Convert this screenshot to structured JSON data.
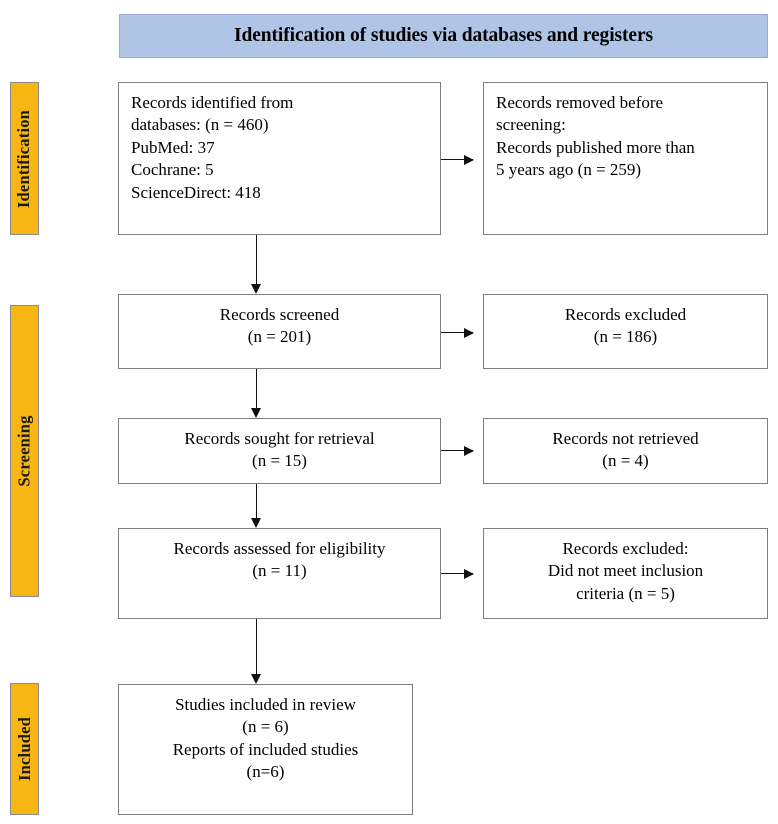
{
  "header": {
    "title": "Identification of studies via databases and registers",
    "background_color": "#b0c4e6"
  },
  "stages": {
    "accent_color": "#f7b611",
    "identification": "Identification",
    "screening": "Screening",
    "included": "Included"
  },
  "boxes": {
    "identified": {
      "lines": [
        "Records identified from",
        "databases: (n = 460)",
        "PubMed: 37",
        "Cochrane: 5",
        "ScienceDirect: 418"
      ]
    },
    "removed": {
      "lines": [
        "Records removed before",
        "screening:",
        "Records published more than",
        "5 years ago (n = 259)"
      ]
    },
    "screened": {
      "lines": [
        "Records screened",
        "(n = 201)"
      ]
    },
    "excluded_1": {
      "lines": [
        "Records excluded",
        "(n = 186)"
      ]
    },
    "sought": {
      "lines": [
        "Records sought for retrieval",
        "(n = 15)"
      ]
    },
    "not_retrieved": {
      "lines": [
        "Records not retrieved",
        "(n = 4)"
      ]
    },
    "assessed": {
      "lines": [
        "Records assessed for eligibility",
        "(n = 11)"
      ]
    },
    "excluded_2": {
      "lines": [
        "Records excluded:",
        "Did not meet inclusion",
        "criteria (n = 5)"
      ]
    },
    "included": {
      "lines": [
        "Studies included in review",
        "(n = 6)",
        "Reports of included studies",
        "(n=6)"
      ]
    }
  }
}
